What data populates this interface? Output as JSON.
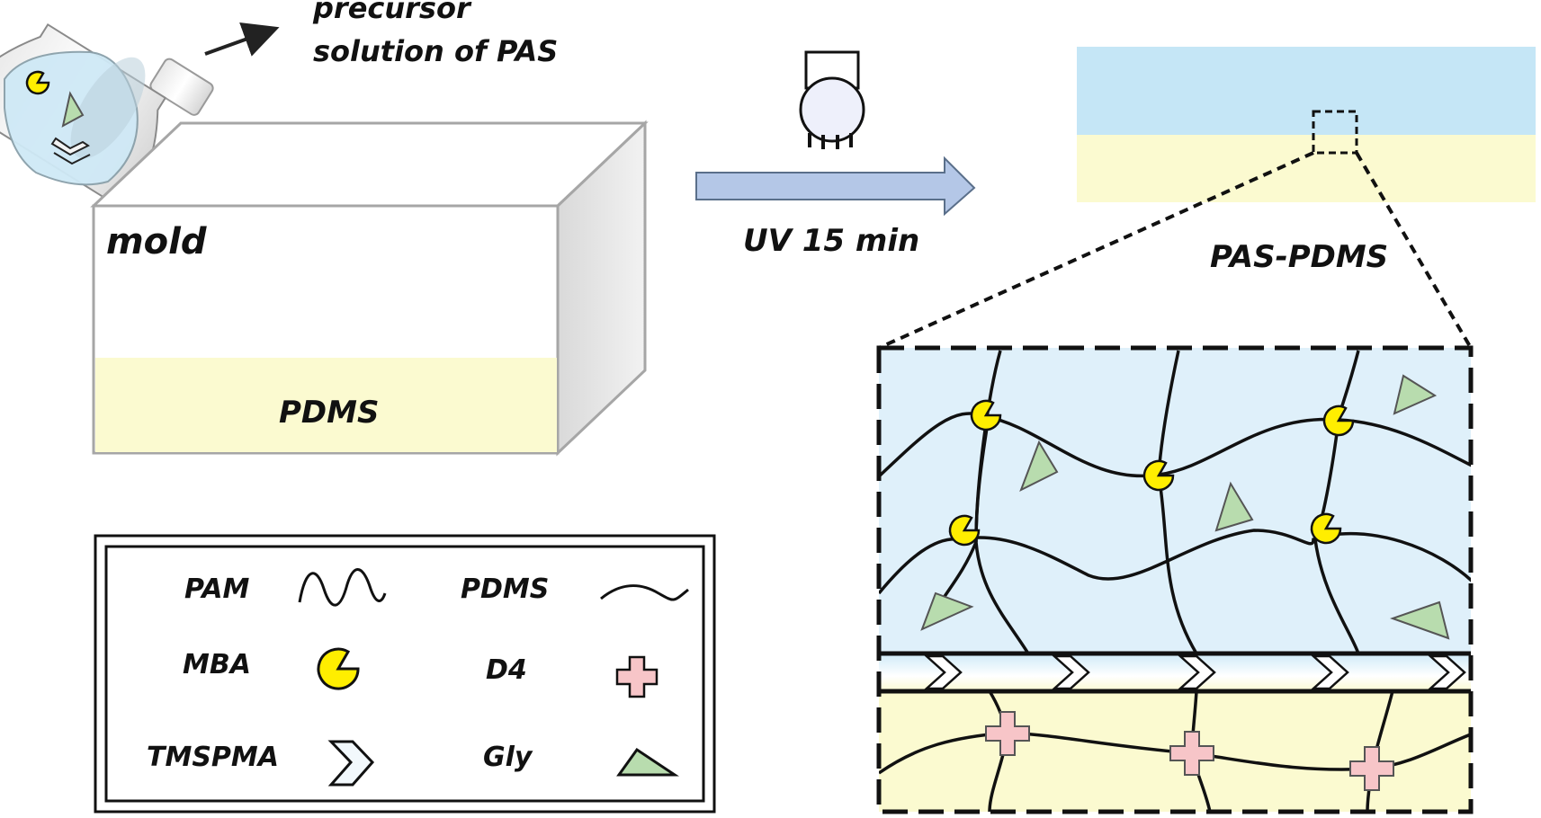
{
  "labels": {
    "precursor_line1": "precursor",
    "precursor_line2": "solution of PAS",
    "mold": "mold",
    "pdms_layer": "PDMS",
    "uv": "UV 15 min",
    "result": "PAS-PDMS"
  },
  "legend": {
    "items": [
      {
        "label": "PAM",
        "icon": "wavy-line-icon"
      },
      {
        "label": "PDMS",
        "icon": "smooth-wave-icon"
      },
      {
        "label": "MBA",
        "icon": "pacman-icon"
      },
      {
        "label": "D4",
        "icon": "pink-cross-icon"
      },
      {
        "label": "TMSPMA",
        "icon": "chevron-icon"
      },
      {
        "label": "Gly",
        "icon": "green-triangle-icon"
      }
    ]
  },
  "colors": {
    "hydrogel_blue": "#dff0fa",
    "pas_blue": "#c5e6f6",
    "pdms_yellow": "#fbfad0",
    "arrow_fill": "#b4c7e7",
    "mba_yellow": "#ffee00",
    "gly_green": "#b8dcae",
    "d4_pink": "#f7c5c8"
  }
}
